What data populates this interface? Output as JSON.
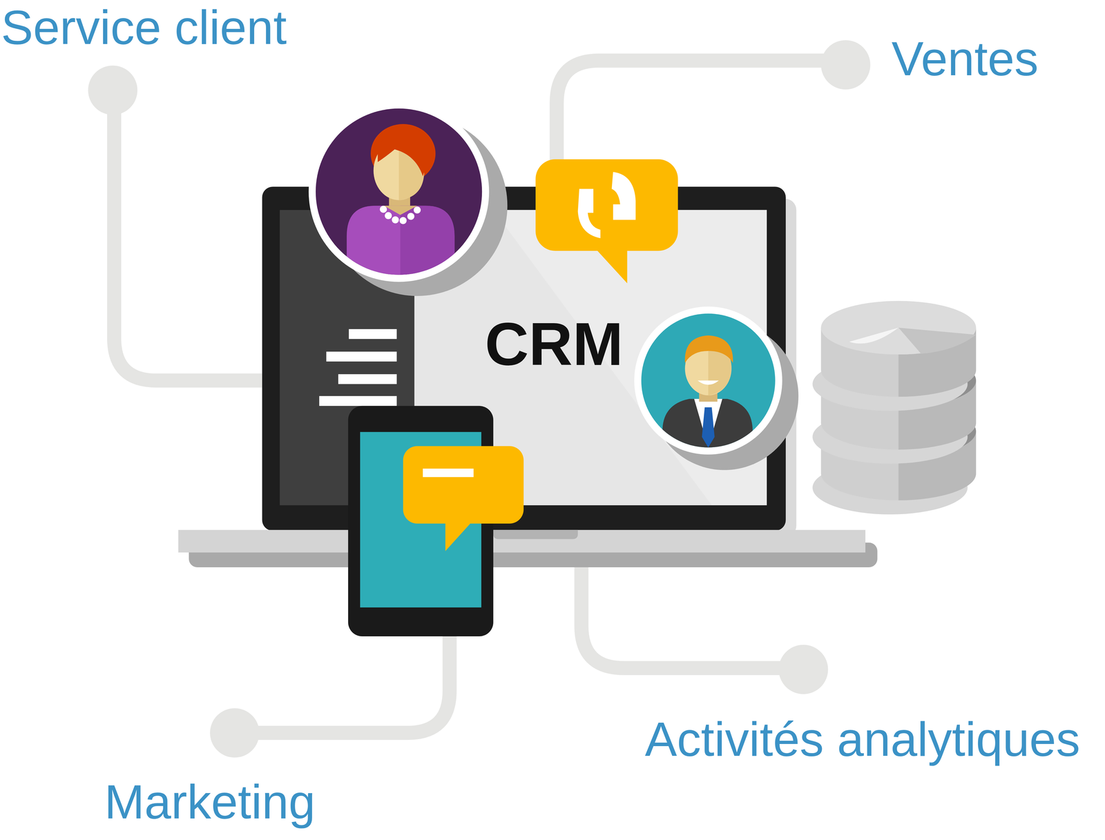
{
  "diagram": {
    "nodes": [
      {
        "text": [
          "CRM"
        ]
      }
    ],
    "labels": [
      "Service client",
      "Ventes",
      "Activités analytiques",
      "Marketing"
    ]
  }
}
